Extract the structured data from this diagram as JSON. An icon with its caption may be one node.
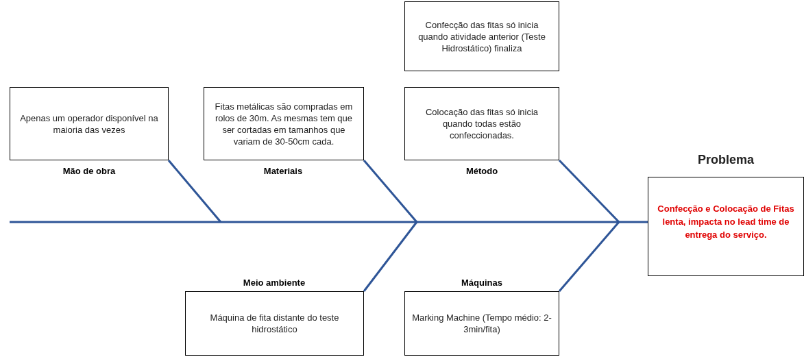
{
  "diagram": {
    "nodes": [
      {
        "text": [
          "Confecção das fitas só inicia quando atividade anterior (Teste Hidrostático) finaliza"
        ]
      },
      {
        "text": [
          "Apenas um operador disponível na maioria das vezes"
        ]
      },
      {
        "text": [
          "Fitas metálicas são compradas em rolos de 30m. As mesmas tem que ser cortadas em tamanhos que variam de 30-50cm cada."
        ]
      },
      {
        "text": [
          "Colocação das fitas só inicia quando todas estão confeccionadas."
        ]
      },
      {
        "text": [
          "Problema",
          "Confecção e Colocação de Fitas lenta, impacta no lead time de entrega do serviço."
        ]
      },
      {
        "text": [
          "Máquina de fita distante do teste hidrostático"
        ]
      },
      {
        "text": [
          "Marking Machine (Tempo médio: 2-3min/fita)"
        ]
      }
    ],
    "edges": [
      {
        "from": null,
        "to": 4,
        "arrow": "none"
      },
      {
        "from": 1,
        "to": null,
        "arrow": "none"
      },
      {
        "from": 2,
        "to": null,
        "arrow": "none"
      },
      {
        "from": 3,
        "to": null,
        "arrow": "none"
      },
      {
        "from": 5,
        "to": null,
        "arrow": "none"
      },
      {
        "from": 6,
        "to": null,
        "arrow": "none"
      }
    ],
    "labels": [
      "Mão de obra",
      "Materiais",
      "Método",
      "Meio ambiente",
      "Máquinas"
    ]
  }
}
